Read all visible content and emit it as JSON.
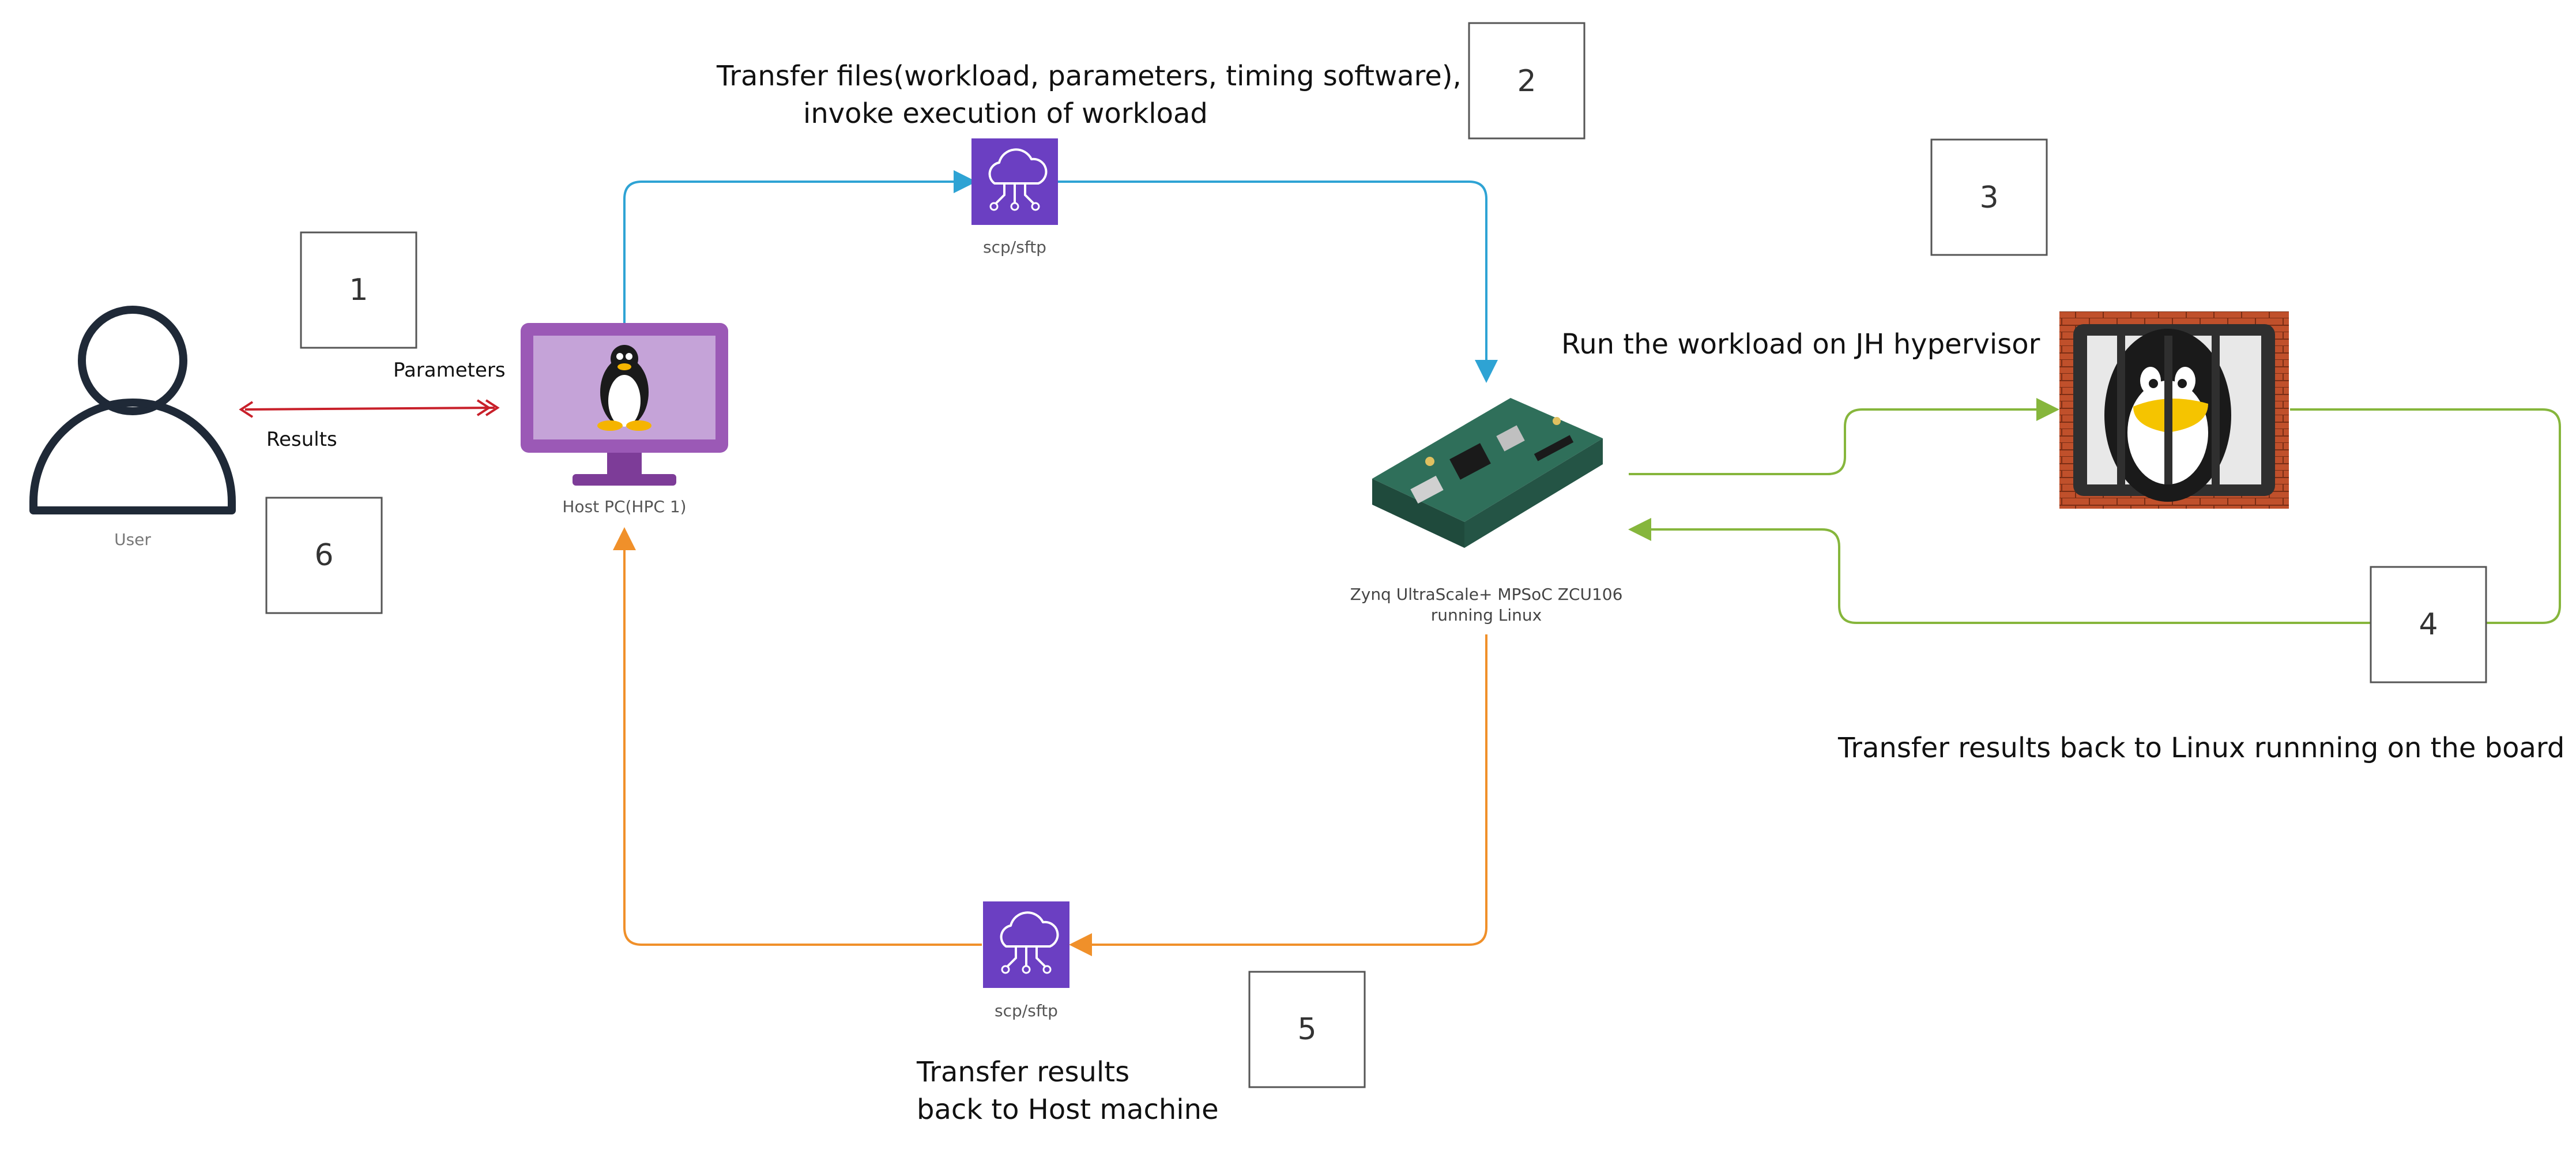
{
  "nodes": {
    "user": {
      "label": "User"
    },
    "host_pc": {
      "label": "Host PC(HPC 1)"
    },
    "scp_top": {
      "label": "scp/sftp"
    },
    "scp_bottom": {
      "label": "scp/sftp"
    },
    "board": {
      "label_line1": "Zynq UltraScale+ MPSoC ZCU106",
      "label_line2": "running Linux"
    }
  },
  "annotations": {
    "transfer_files_line1": "Transfer files(workload, parameters, timing software),",
    "transfer_files_line2": "invoke execution of workload",
    "run_workload": "Run the workload on JH hypervisor",
    "transfer_linux": "Transfer results back to Linux runnning on the board",
    "transfer_host_line1": "Transfer results",
    "transfer_host_line2": "back to Host machine",
    "parameters": "Parameters",
    "results": "Results"
  },
  "steps": [
    "1",
    "2",
    "3",
    "4",
    "5",
    "6"
  ],
  "colors": {
    "blue": "#2ea3d4",
    "green": "#86b63c",
    "orange": "#f0902a",
    "red": "#c8202a",
    "purple": "#6b3fc2",
    "monitor": "#9b59b6",
    "dark": "#1f2937"
  }
}
